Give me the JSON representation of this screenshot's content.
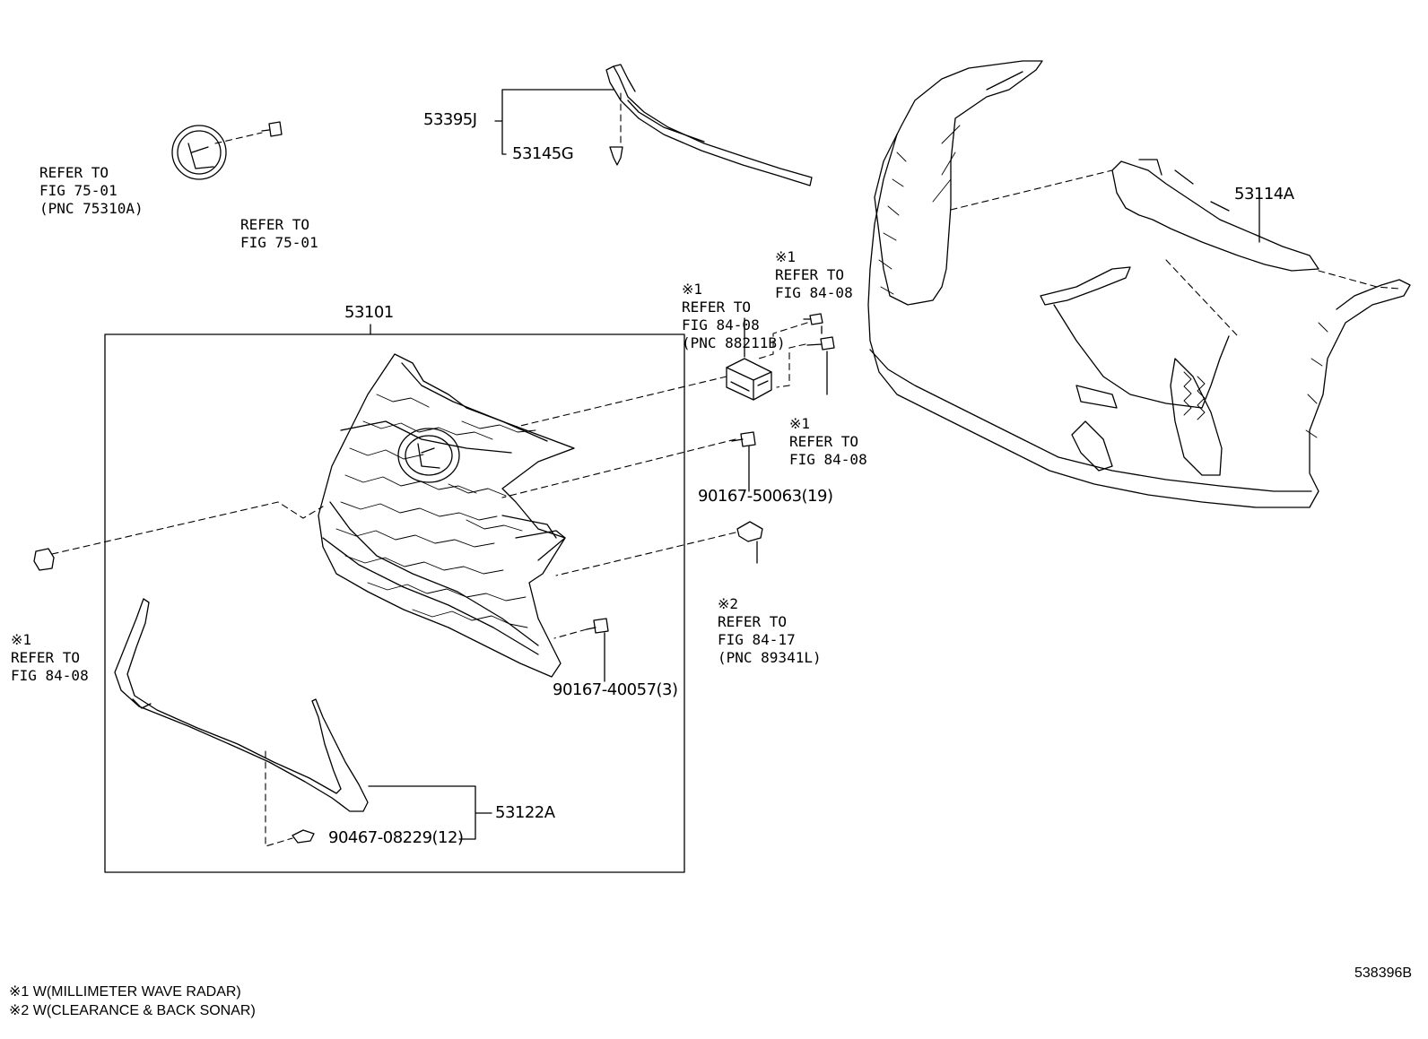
{
  "parts": {
    "p53395J": "53395J",
    "p53145G": "53145G",
    "p53114A": "53114A",
    "p53101": "53101",
    "p53122A": "53122A",
    "b90167_50063": "90167-50063(19)",
    "b90167_40057": "90167-40057(3)",
    "c90467_08229": "90467-08229(12)"
  },
  "refs": {
    "emblem": [
      "REFER TO",
      "FIG 75-01",
      "(PNC 75310A)"
    ],
    "emblem_bolt": [
      "REFER TO",
      "FIG 75-01"
    ],
    "radar_bracket_top": [
      "※1",
      "REFER TO",
      "FIG 84-08"
    ],
    "radar_sensor": [
      "※1",
      "REFER TO",
      "FIG 84-08",
      "(PNC 88211B)"
    ],
    "radar_bolt": [
      "※1",
      "REFER TO",
      "FIG 84-08"
    ],
    "sonar": [
      "※2",
      "REFER TO",
      "FIG 84-17",
      "(PNC 89341L)"
    ],
    "left_bracket": [
      "※1",
      "REFER TO",
      "FIG 84-08"
    ]
  },
  "notes": [
    "※1 W(MILLIMETER WAVE RADAR)",
    "※2 W(CLEARANCE & BACK SONAR)"
  ],
  "figure_id": "538396B"
}
